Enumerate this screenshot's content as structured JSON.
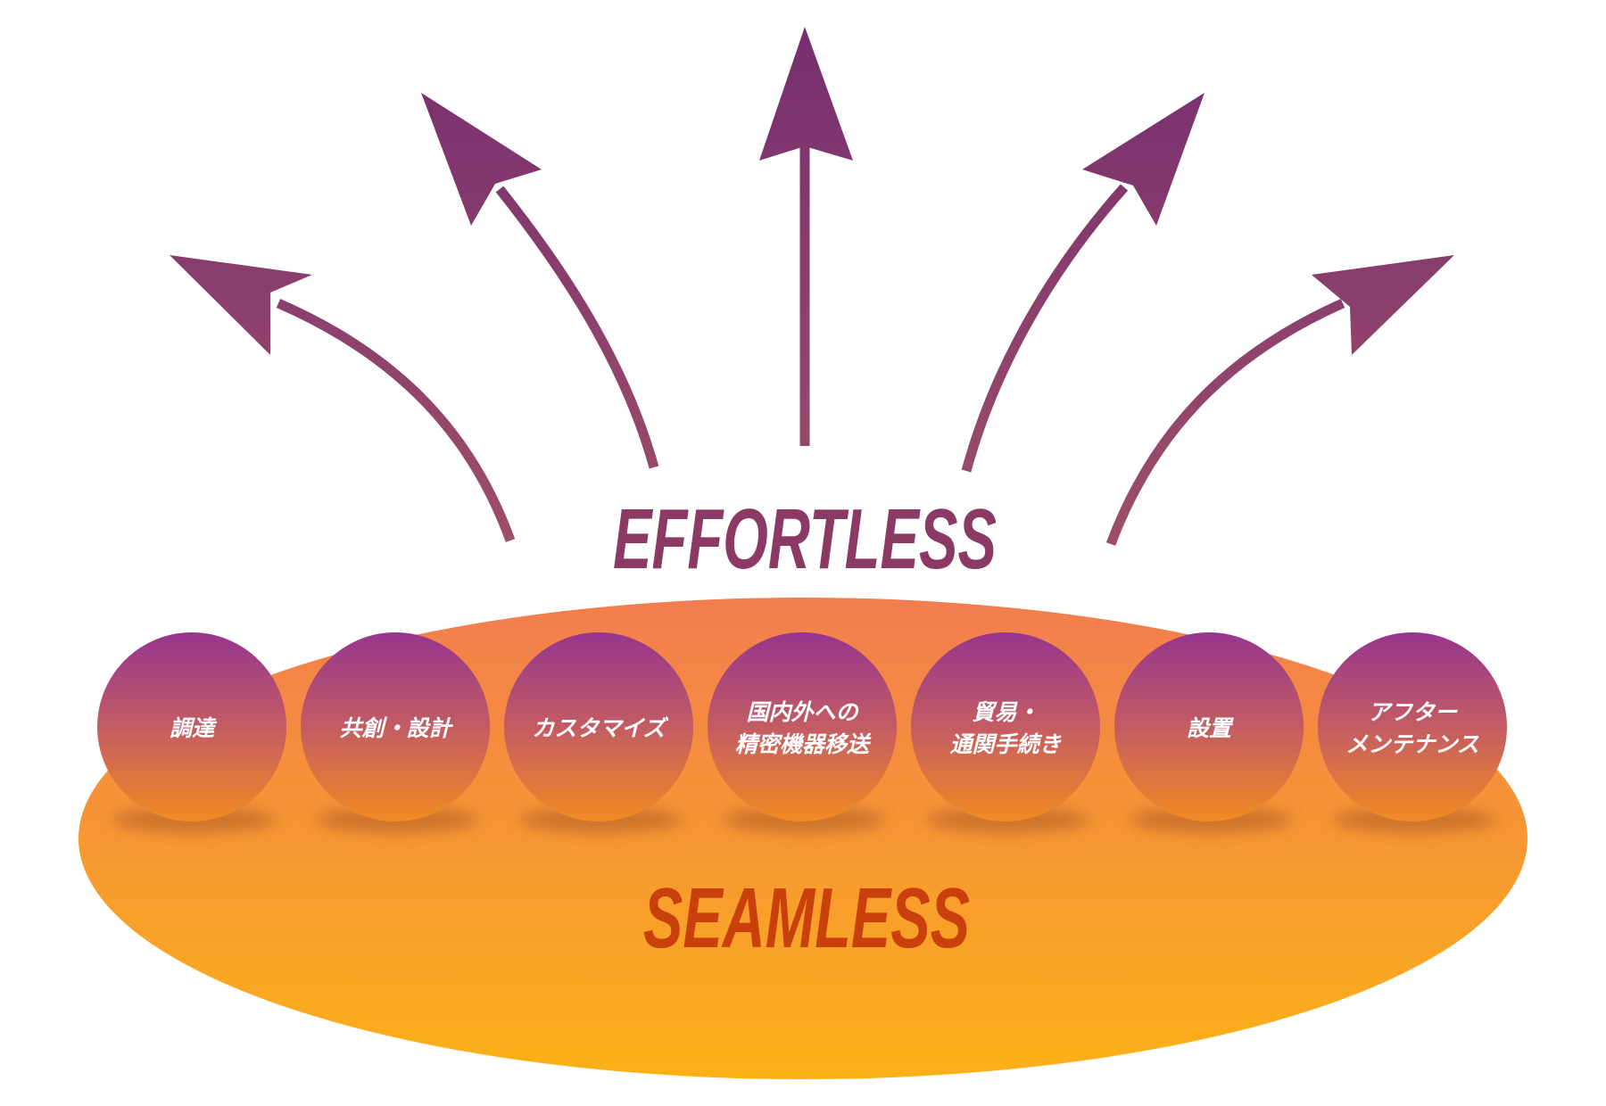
{
  "effortless_label": "EFFORTLESS",
  "seamless_label": "SEAMLESS",
  "services": [
    {
      "lines": [
        "調達"
      ]
    },
    {
      "lines": [
        "共創・設計"
      ]
    },
    {
      "lines": [
        "カスタマイズ"
      ]
    },
    {
      "lines": [
        "国内外への",
        "精密機器移送"
      ]
    },
    {
      "lines": [
        "貿易・",
        "通関手続き"
      ]
    },
    {
      "lines": [
        "設置"
      ]
    },
    {
      "lines": [
        "アフター",
        "メンテナンス"
      ]
    }
  ],
  "colors": {
    "arrow_top": "#762e6f",
    "arrow_bottom": "#9a4c6a",
    "effortless_text": "#8a3a64",
    "seamless_text": "#c9400c",
    "ellipse_top": "#f27d50",
    "ellipse_bottom": "#fbb117",
    "ball_top": "#96358f",
    "ball_bottom": "#f28b22",
    "ball_text": "#ffffff"
  },
  "icons": [
    "arrow-up-left-far",
    "arrow-up-left",
    "arrow-up",
    "arrow-up-right",
    "arrow-up-right-far"
  ]
}
